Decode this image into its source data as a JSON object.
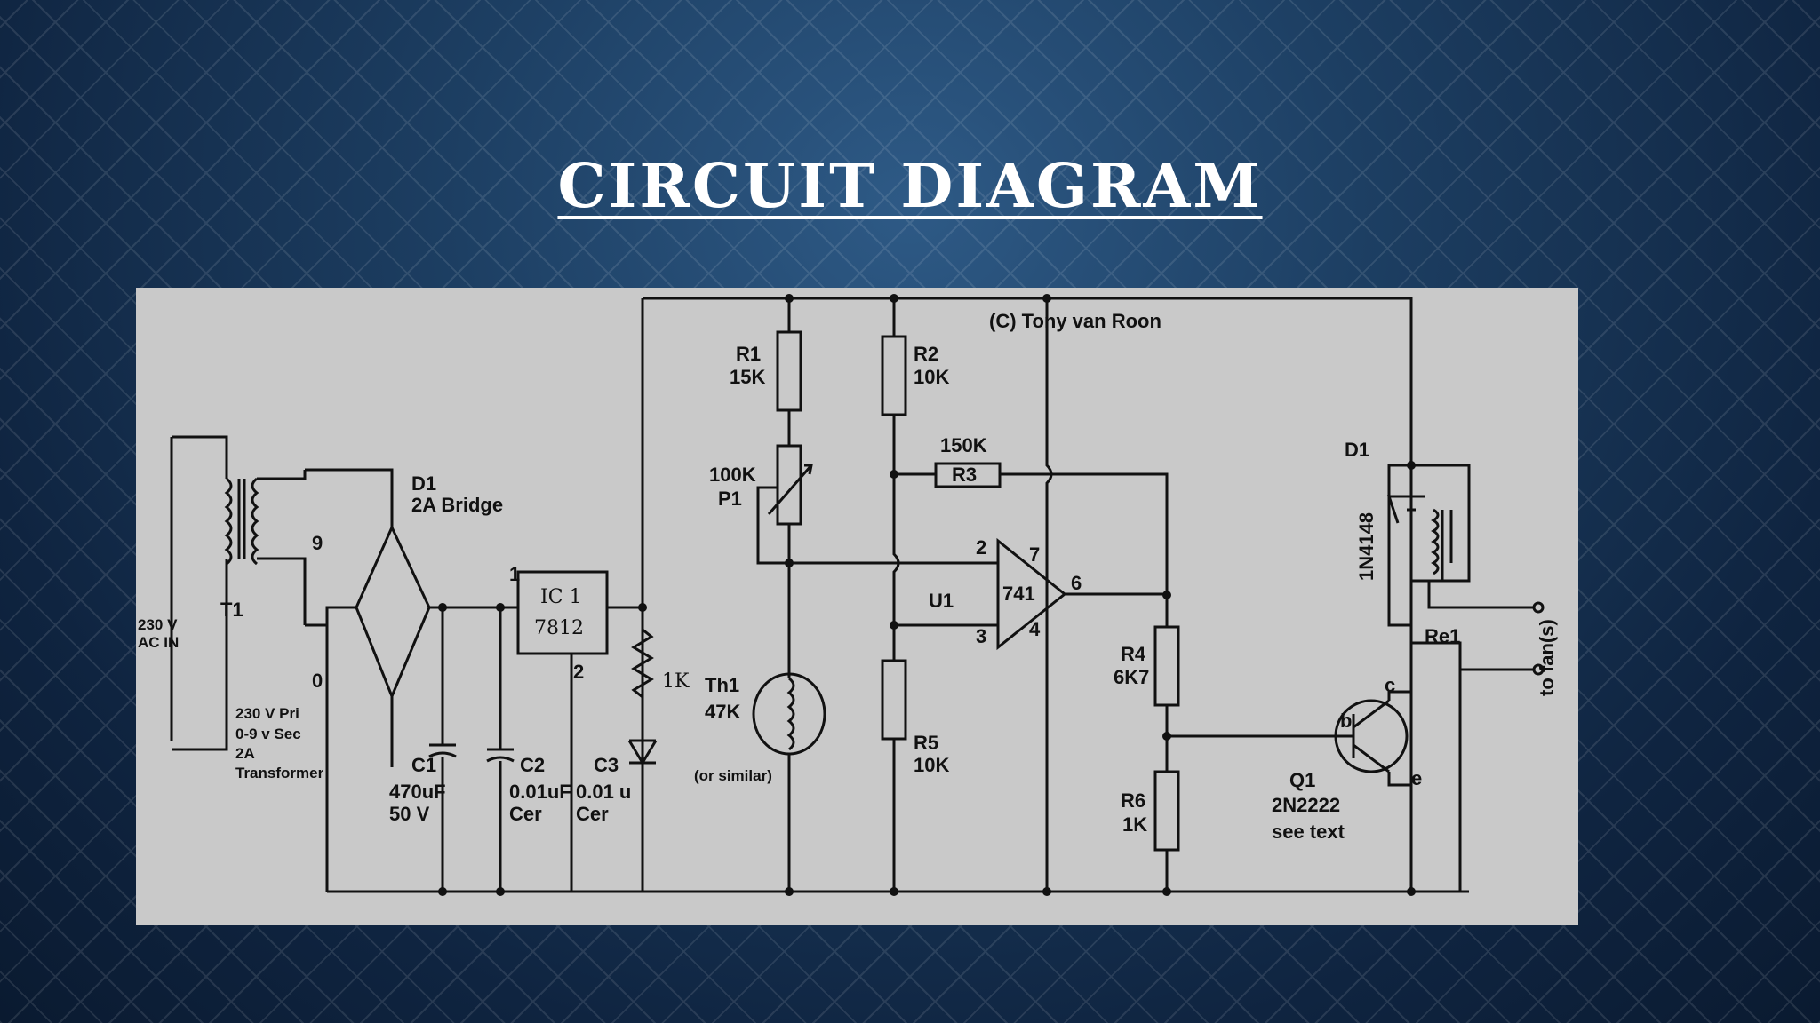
{
  "slide": {
    "title": "CIRCUIT DIAGRAM"
  },
  "diagram": {
    "copyright": "(C) Tony van Roon",
    "ac_in": [
      "230 V",
      "AC IN"
    ],
    "t1": "T1",
    "sec9": "9",
    "sec0": "0",
    "transformer_spec": [
      "230 V Pri",
      "0-9 v Sec",
      "2A",
      "Transformer"
    ],
    "d1_bridge": [
      "D1",
      "2A Bridge"
    ],
    "ic1": [
      "IC 1",
      "7812"
    ],
    "pin1": "1",
    "pin2": "2",
    "c1": [
      "C1",
      "470uF",
      "50 V"
    ],
    "c2": [
      "C2",
      "0.01uF",
      "Cer"
    ],
    "c3": [
      "C3",
      "0.01 u",
      "Cer"
    ],
    "r_1k": "1K",
    "r1": [
      "R1",
      "15K"
    ],
    "p1": [
      "100K",
      "P1"
    ],
    "th1": [
      "Th1",
      "47K",
      "(or similar)"
    ],
    "r2": [
      "R2",
      "10K"
    ],
    "r3": [
      "150K",
      "R3"
    ],
    "r5": [
      "R5",
      "10K"
    ],
    "u1": "U1",
    "opamp": "741",
    "pin_u2": "2",
    "pin_u3": "3",
    "pin_u6": "6",
    "pin_u7": "7",
    "pin_u4": "4",
    "r4": [
      "R4",
      "6K7"
    ],
    "r6": [
      "R6",
      "1K"
    ],
    "q1": [
      "Q1",
      "2N2222",
      "see text"
    ],
    "q_b": "b",
    "q_c": "c",
    "q_e": "e",
    "d1_diode": "D1",
    "d1_part": "1N4148",
    "re1": "Re1",
    "to_fans": "to fan(s)"
  }
}
